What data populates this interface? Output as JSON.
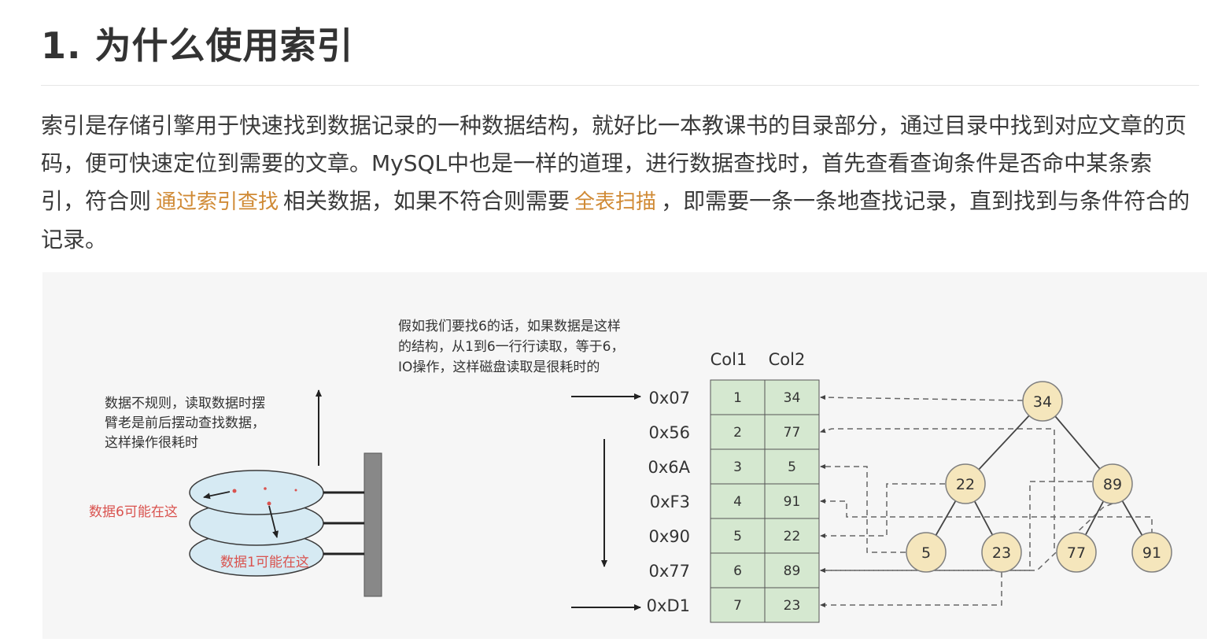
{
  "heading": "1. 为什么使用索引",
  "paragraph": {
    "part1": "索引是存储引擎用于快速找到数据记录的一种数据结构，就好比一本教课书的目录部分，通过目录中找到对应文章的页码，便可快速定位到需要的文章。MySQL中也是一样的道理，进行数据查找时，首先查看查询条件是否命中某条索引，符合则",
    "highlight1": "通过索引查找",
    "part2": "相关数据，如果不符合则需要",
    "highlight2": "全表扫描",
    "part3": "，即需要一条一条地查找记录，直到找到与条件符合的记录。"
  },
  "diagram": {
    "note_top": [
      "假如我们要找6的话，如果数据是这样",
      "的结构，从1到6一行行读取，等于6，",
      "IO操作，这样磁盘读取是很耗时的"
    ],
    "note_left": [
      "数据不规则，读取数据时摆",
      "臂老是前后摆动查找数据，",
      "这样操作很耗时"
    ],
    "label_data6": "数据6可能在这",
    "label_data1": "数据1可能在这",
    "col_headers": [
      "Col1",
      "Col2"
    ],
    "addresses": [
      "0x07",
      "0x56",
      "0x6A",
      "0xF3",
      "0x90",
      "0x77",
      "0xD1"
    ],
    "col1": [
      "1",
      "2",
      "3",
      "4",
      "5",
      "6",
      "7"
    ],
    "col2": [
      "34",
      "77",
      "5",
      "91",
      "22",
      "89",
      "23"
    ],
    "tree": [
      "34",
      "22",
      "89",
      "5",
      "23",
      "77",
      "91"
    ],
    "colors": {
      "table_fill": "#d5e8d0",
      "node_fill": "#f5e6bc",
      "node_stroke": "#7f7f7f",
      "disk_fill": "#d6eaf3",
      "highlight": "#d08a35",
      "red_label": "#d9534f"
    }
  }
}
